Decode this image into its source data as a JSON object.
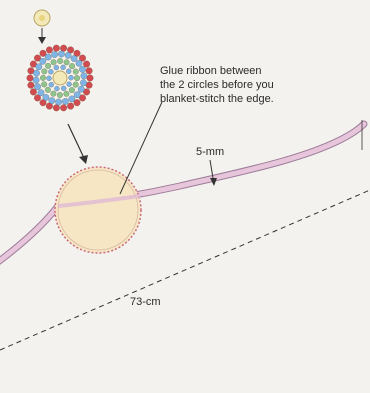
{
  "annotation": {
    "lines": [
      "Glue ribbon between",
      "the 2 circles before you",
      "blanket-stitch the edge."
    ]
  },
  "ribbon": {
    "width_label": "5-mm",
    "length_label": "73-cm",
    "color": "#e7c6dc",
    "outline_color": "#9c7a98"
  },
  "colors": {
    "background": "#f4f2ee",
    "bead_blue": "#7fb4e6",
    "bead_red": "#d24b4f",
    "bead_green": "#8fc48a",
    "circle_fill": "#f6e6c4",
    "stitch": "#c96a7a",
    "line": "#333333"
  },
  "icons": {
    "small_circle": "small-flower-icon",
    "beaded_flower": "beaded-flower-icon",
    "stitched_circle": "stitched-circle-icon"
  }
}
